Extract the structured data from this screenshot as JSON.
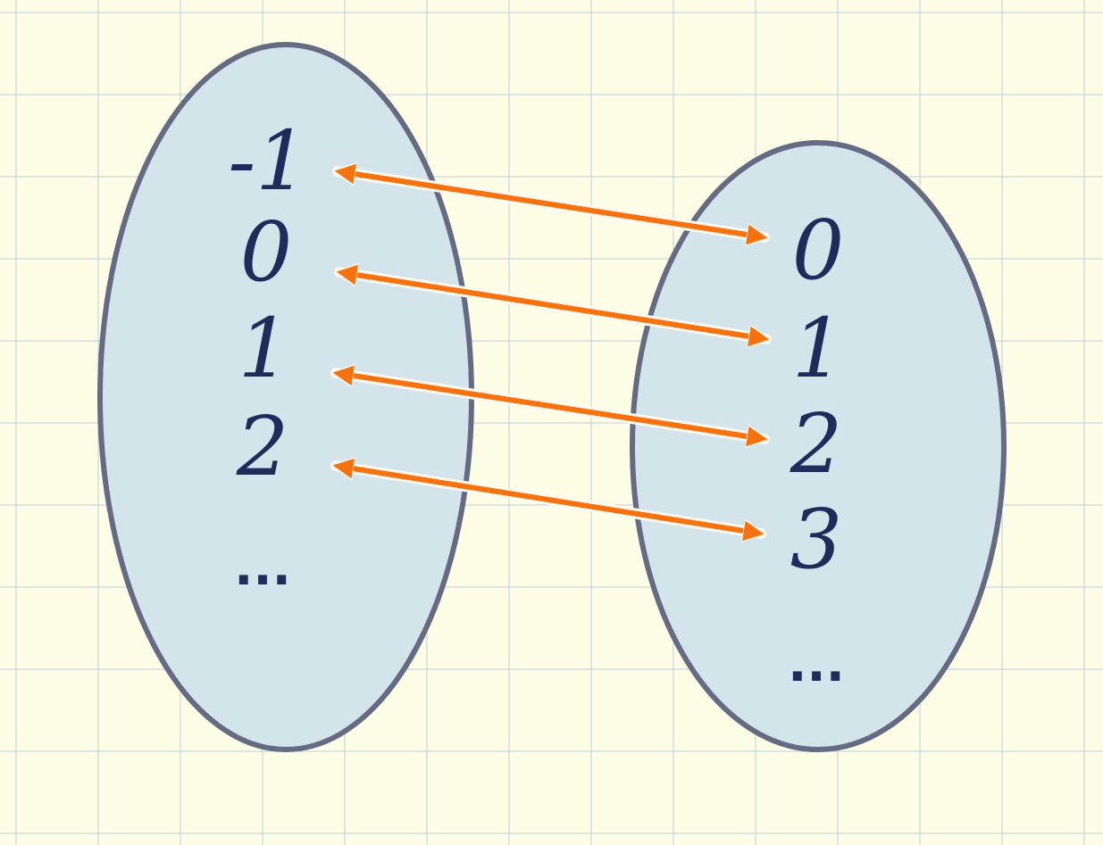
{
  "colors": {
    "background": "#fefee6",
    "grid": "#b8cfdc",
    "set_fill": "#d3e5ea",
    "set_stroke": "#646b82",
    "arrow": "#f5720f",
    "text": "#1f2b5a"
  },
  "left_set": {
    "elements": [
      "-1",
      "0",
      "1",
      "2"
    ],
    "continuation": "..."
  },
  "right_set": {
    "elements": [
      "0",
      "1",
      "2",
      "3"
    ],
    "continuation": "..."
  },
  "mappings": [
    {
      "from": "-1",
      "to": "0"
    },
    {
      "from": "0",
      "to": "1"
    },
    {
      "from": "1",
      "to": "2"
    },
    {
      "from": "2",
      "to": "3"
    }
  ],
  "arrow_style": "double-headed"
}
